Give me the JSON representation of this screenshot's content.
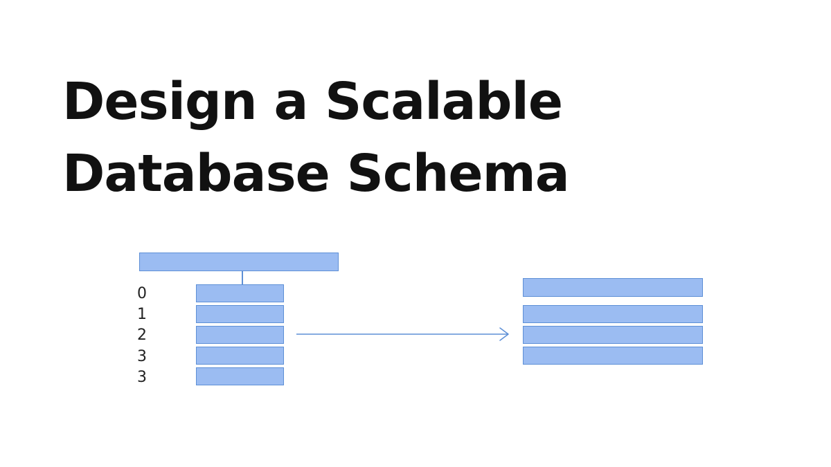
{
  "title": {
    "line1": "Design a Scalable",
    "line2": "Database Schema"
  },
  "diagram": {
    "row_labels": [
      "0",
      "1",
      "2",
      "3",
      "3"
    ],
    "colors": {
      "box_fill": "#9bbcf2",
      "box_border": "#5d8fd6",
      "arrow": "#5d8fd6"
    }
  }
}
